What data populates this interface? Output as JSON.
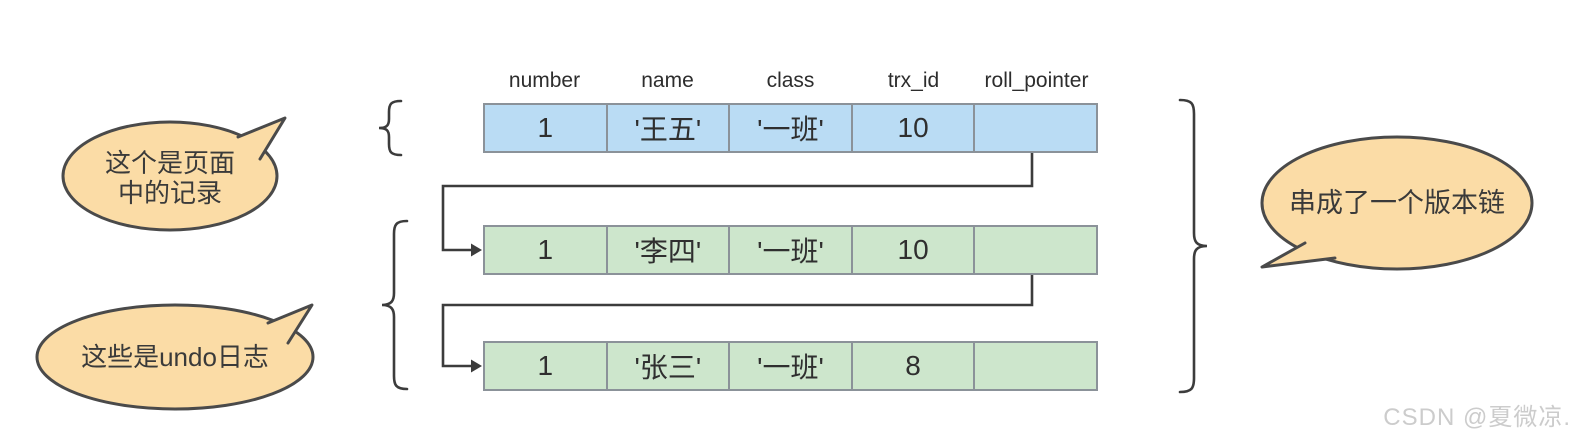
{
  "table": {
    "headers": [
      "number",
      "name",
      "class",
      "trx_id",
      "roll_pointer"
    ],
    "rows": [
      {
        "kind": "page-record",
        "cells": [
          "1",
          "'王五'",
          "'一班'",
          "10"
        ]
      },
      {
        "kind": "undo-log",
        "cells": [
          "1",
          "'李四'",
          "'一班'",
          "10"
        ]
      },
      {
        "kind": "undo-log",
        "cells": [
          "1",
          "'张三'",
          "'一班'",
          "8"
        ]
      }
    ]
  },
  "bubbles": {
    "page_record": {
      "line1": "这个是页面",
      "line2": "中的记录"
    },
    "undo_logs": {
      "text": "这些是undo日志"
    },
    "version_chain": {
      "text": "串成了一个版本链"
    }
  },
  "watermark": "CSDN @夏微凉.",
  "colors": {
    "page-row-fill": "#BADCF4",
    "undo-row-fill": "#CDE6CC",
    "cell-border": "#8B9299",
    "line-color": "#3C3C3C",
    "bubble-fill": "#FBDCA6",
    "bubble-border": "#4A4A4A"
  }
}
